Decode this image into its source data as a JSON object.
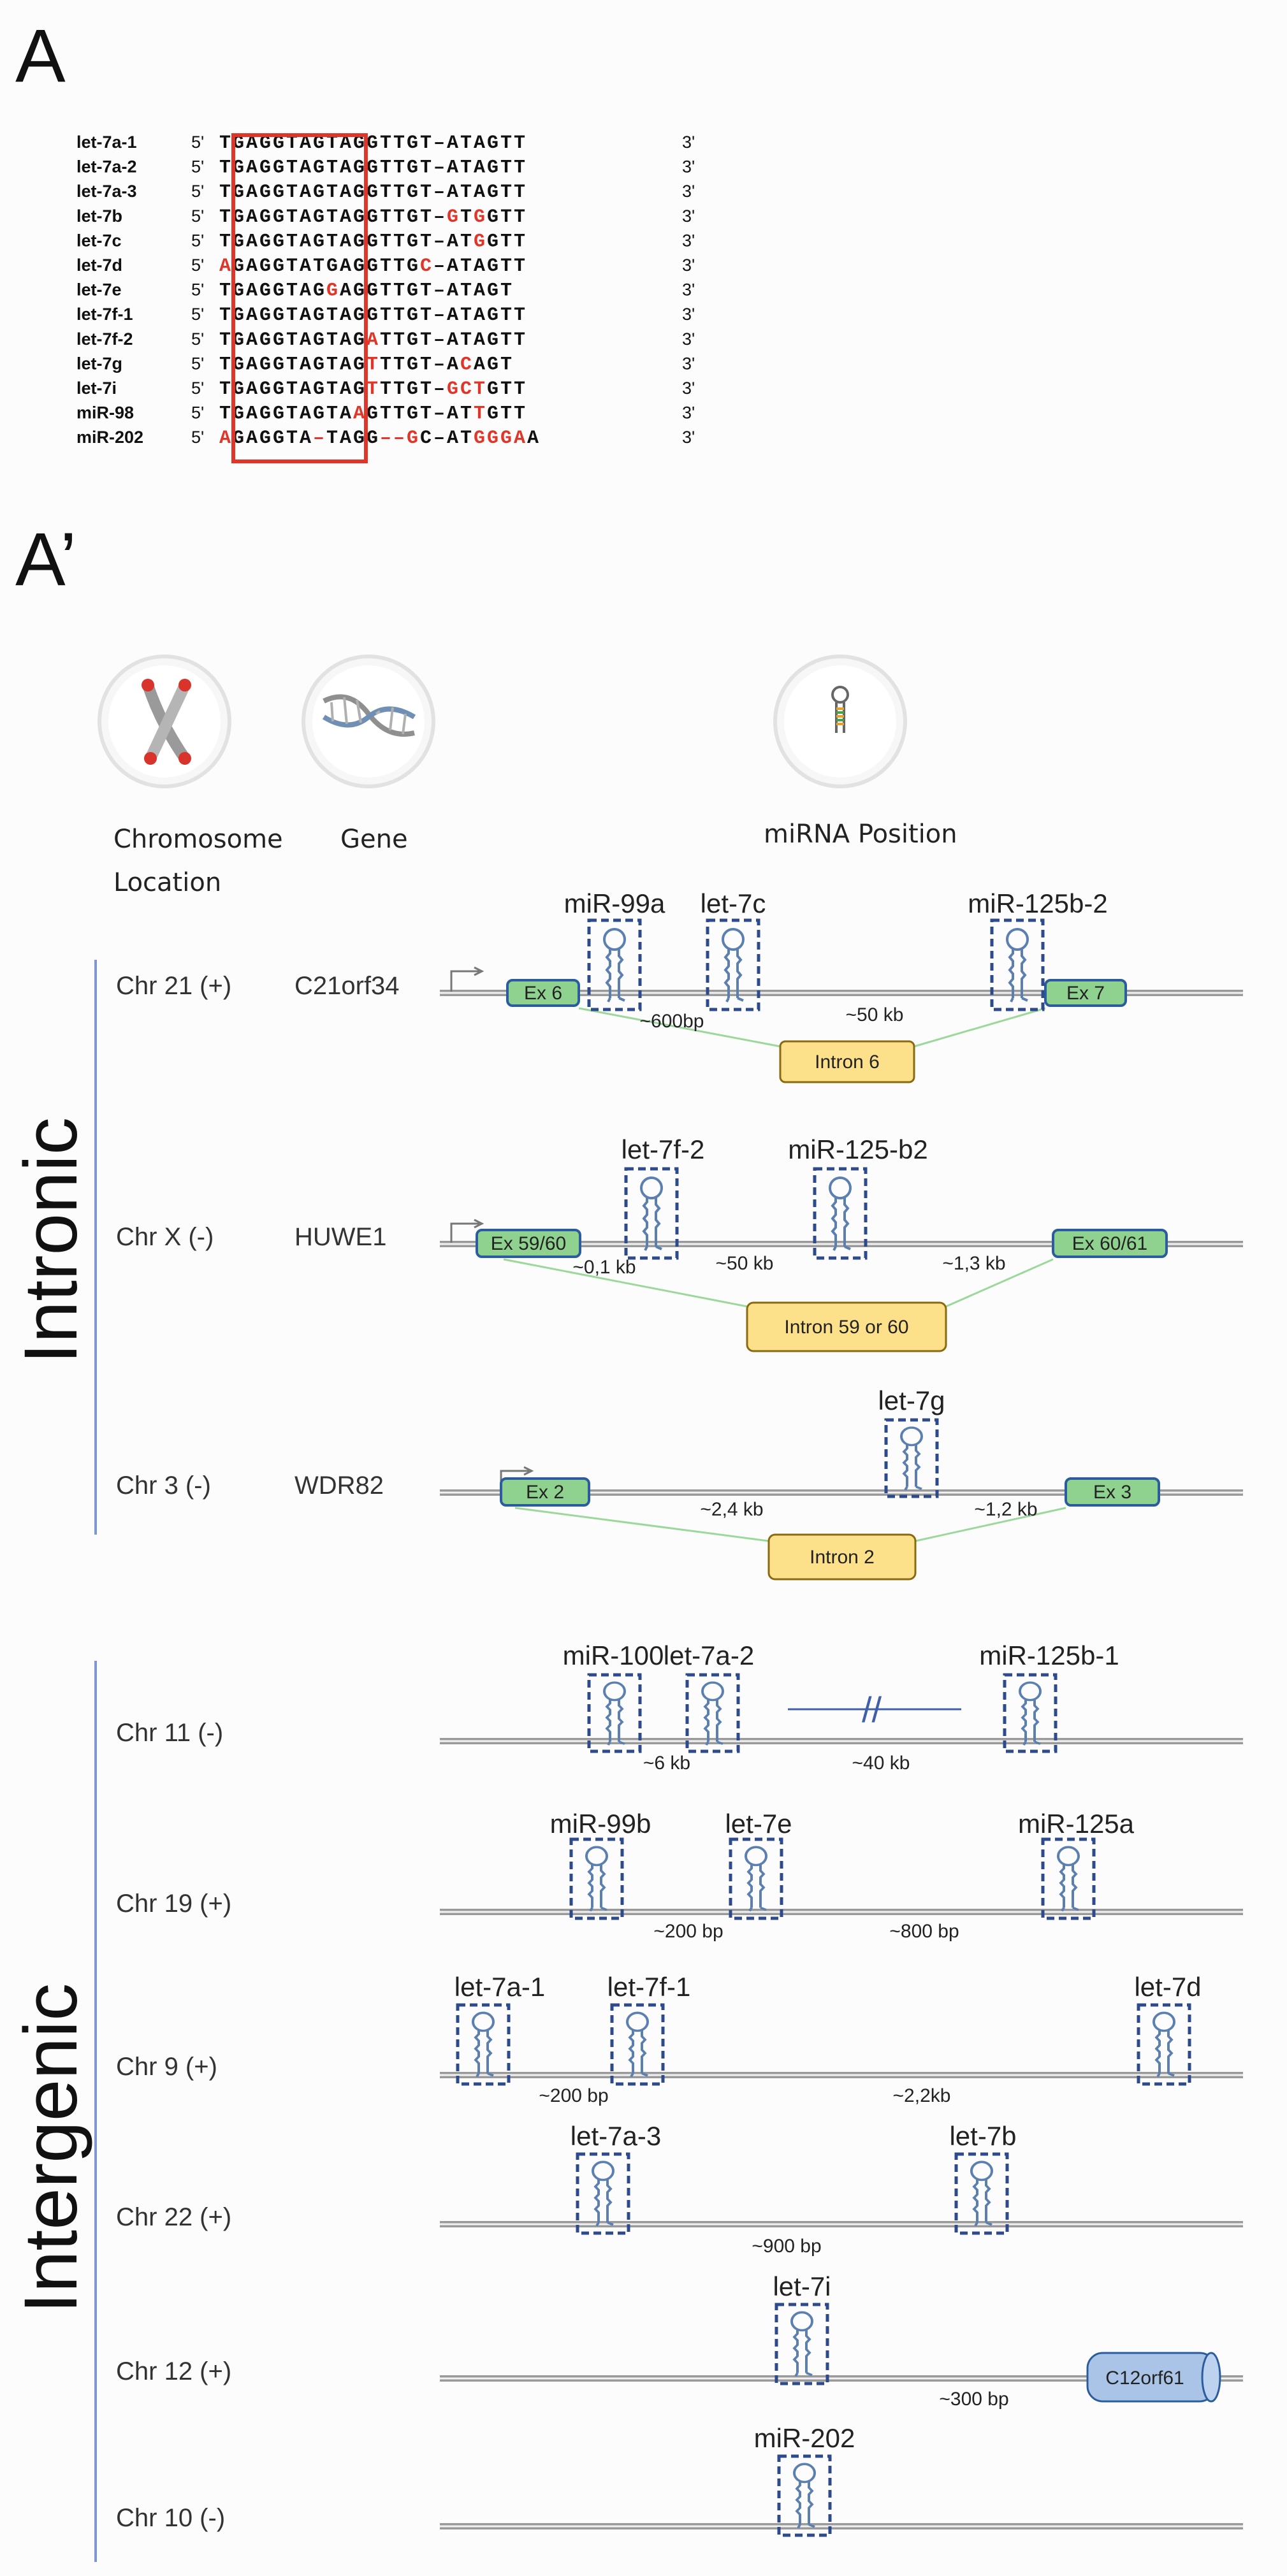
{
  "panel_a": {
    "letter": "A",
    "five_prime": "5'",
    "three_prime": "3'",
    "colors": {
      "normal": "#111111",
      "mismatch": "#e0362a",
      "seed_box": "#e0362a"
    },
    "sequences": [
      {
        "name": "let-7a-1",
        "seq": "TGAGGTAGTAGGTTGT–ATAGTT",
        "red": []
      },
      {
        "name": "let-7a-2",
        "seq": "TGAGGTAGTAGGTTGT–ATAGTT",
        "red": []
      },
      {
        "name": "let-7a-3",
        "seq": "TGAGGTAGTAGGTTGT–ATAGTT",
        "red": []
      },
      {
        "name": "let-7b",
        "seq": "TGAGGTAGTAGGTTGT–GTGGTT",
        "red": [
          17,
          19
        ]
      },
      {
        "name": "let-7c",
        "seq": "TGAGGTAGTAGGTTGT–ATGGTT",
        "red": [
          19
        ]
      },
      {
        "name": "let-7d",
        "seq": "AGAGGTATGAGGTTGC–ATAGTT",
        "red": [
          0,
          15
        ]
      },
      {
        "name": "let-7e",
        "seq": "TGAGGTAGGAGGTTGT–ATAGT",
        "red": [
          8
        ]
      },
      {
        "name": "let-7f-1",
        "seq": "TGAGGTAGTAGGTTGT–ATAGTT",
        "red": []
      },
      {
        "name": "let-7f-2",
        "seq": "TGAGGTAGTAGATTGT–ATAGTT",
        "red": [
          11
        ]
      },
      {
        "name": "let-7g",
        "seq": "TGAGGTAGTAGTTTGT–ACAGT",
        "red": [
          11,
          18
        ]
      },
      {
        "name": "let-7i",
        "seq": "TGAGGTAGTAGTTTGT–GCTGTT",
        "red": [
          11,
          17,
          18,
          19
        ]
      },
      {
        "name": "miR-98",
        "seq": "TGAGGTAGTAAGTTGT–ATTGTT",
        "red": [
          10,
          19
        ]
      },
      {
        "name": "miR-202",
        "seq": "AGAGGTA–TAGG––GC–ATGGGAA",
        "red": [
          0,
          7,
          12,
          13,
          14,
          19,
          20,
          21,
          22
        ]
      }
    ]
  },
  "panel_a_prime": {
    "letter": "A’",
    "headers": {
      "chromosome": [
        "Chromosome",
        "Location"
      ],
      "gene": "Gene",
      "mirna": "miRNA Position"
    },
    "icons": [
      "chromosome-icon",
      "dna-gene-icon",
      "hairpin-icon"
    ],
    "groups": {
      "intronic": "Intronic",
      "intergenic": "Intergenic"
    },
    "colors": {
      "exon": "#8fd18f",
      "exon_edge": "#2b5c9e",
      "intron_box": "#fde08a",
      "intron_edge": "#8a6a10",
      "dashed_box": "#2c4a8c",
      "line": "#9a9a9a",
      "gene_box": "#a9c4e6",
      "hairpin": "#5a7fb0"
    },
    "rows": [
      {
        "chr": "Chr 21 (+)",
        "gene": "C21orf34",
        "mirnas": [
          "miR-99a",
          "let-7c",
          "miR-125b-2"
        ],
        "exons": [
          "Ex 6",
          "Ex 7"
        ],
        "intron": "Intron 6",
        "distances": [
          "~600bp",
          "~50 kb"
        ]
      },
      {
        "chr": "Chr X (-)",
        "gene": "HUWE1",
        "mirnas": [
          "let-7f-2",
          "miR-125-b2"
        ],
        "exons": [
          "Ex 59/60",
          "Ex 60/61"
        ],
        "intron": "Intron 59 or 60",
        "distances": [
          "~0,1 kb",
          "~50 kb",
          "~1,3 kb"
        ]
      },
      {
        "chr": "Chr 3 (-)",
        "gene": "WDR82",
        "mirnas": [
          "let-7g"
        ],
        "exons": [
          "Ex 2",
          "Ex 3"
        ],
        "intron": "Intron 2",
        "distances": [
          "~2,4 kb",
          "~1,2 kb"
        ]
      },
      {
        "chr": "Chr 11 (-)",
        "mirnas": [
          "miR-100",
          "let-7a-2",
          "miR-125b-1"
        ],
        "break": "//",
        "distances": [
          "~6 kb",
          "~40 kb"
        ]
      },
      {
        "chr": "Chr 19 (+)",
        "mirnas": [
          "miR-99b",
          "let-7e",
          "miR-125a"
        ],
        "distances": [
          "~200 bp",
          "~800 bp"
        ]
      },
      {
        "chr": "Chr 9 (+)",
        "mirnas": [
          "let-7a-1",
          "let-7f-1",
          "let-7d"
        ],
        "distances": [
          "~200 bp",
          "~2,2kb"
        ]
      },
      {
        "chr": "Chr 22 (+)",
        "mirnas": [
          "let-7a-3",
          "let-7b"
        ],
        "distances": [
          "~900 bp"
        ]
      },
      {
        "chr": "Chr 12 (+)",
        "mirnas": [
          "let-7i"
        ],
        "gene_box": "C12orf61",
        "distances": [
          "~300 bp"
        ]
      },
      {
        "chr": "Chr 10 (-)",
        "mirnas": [
          "miR-202"
        ],
        "distances": []
      }
    ]
  }
}
